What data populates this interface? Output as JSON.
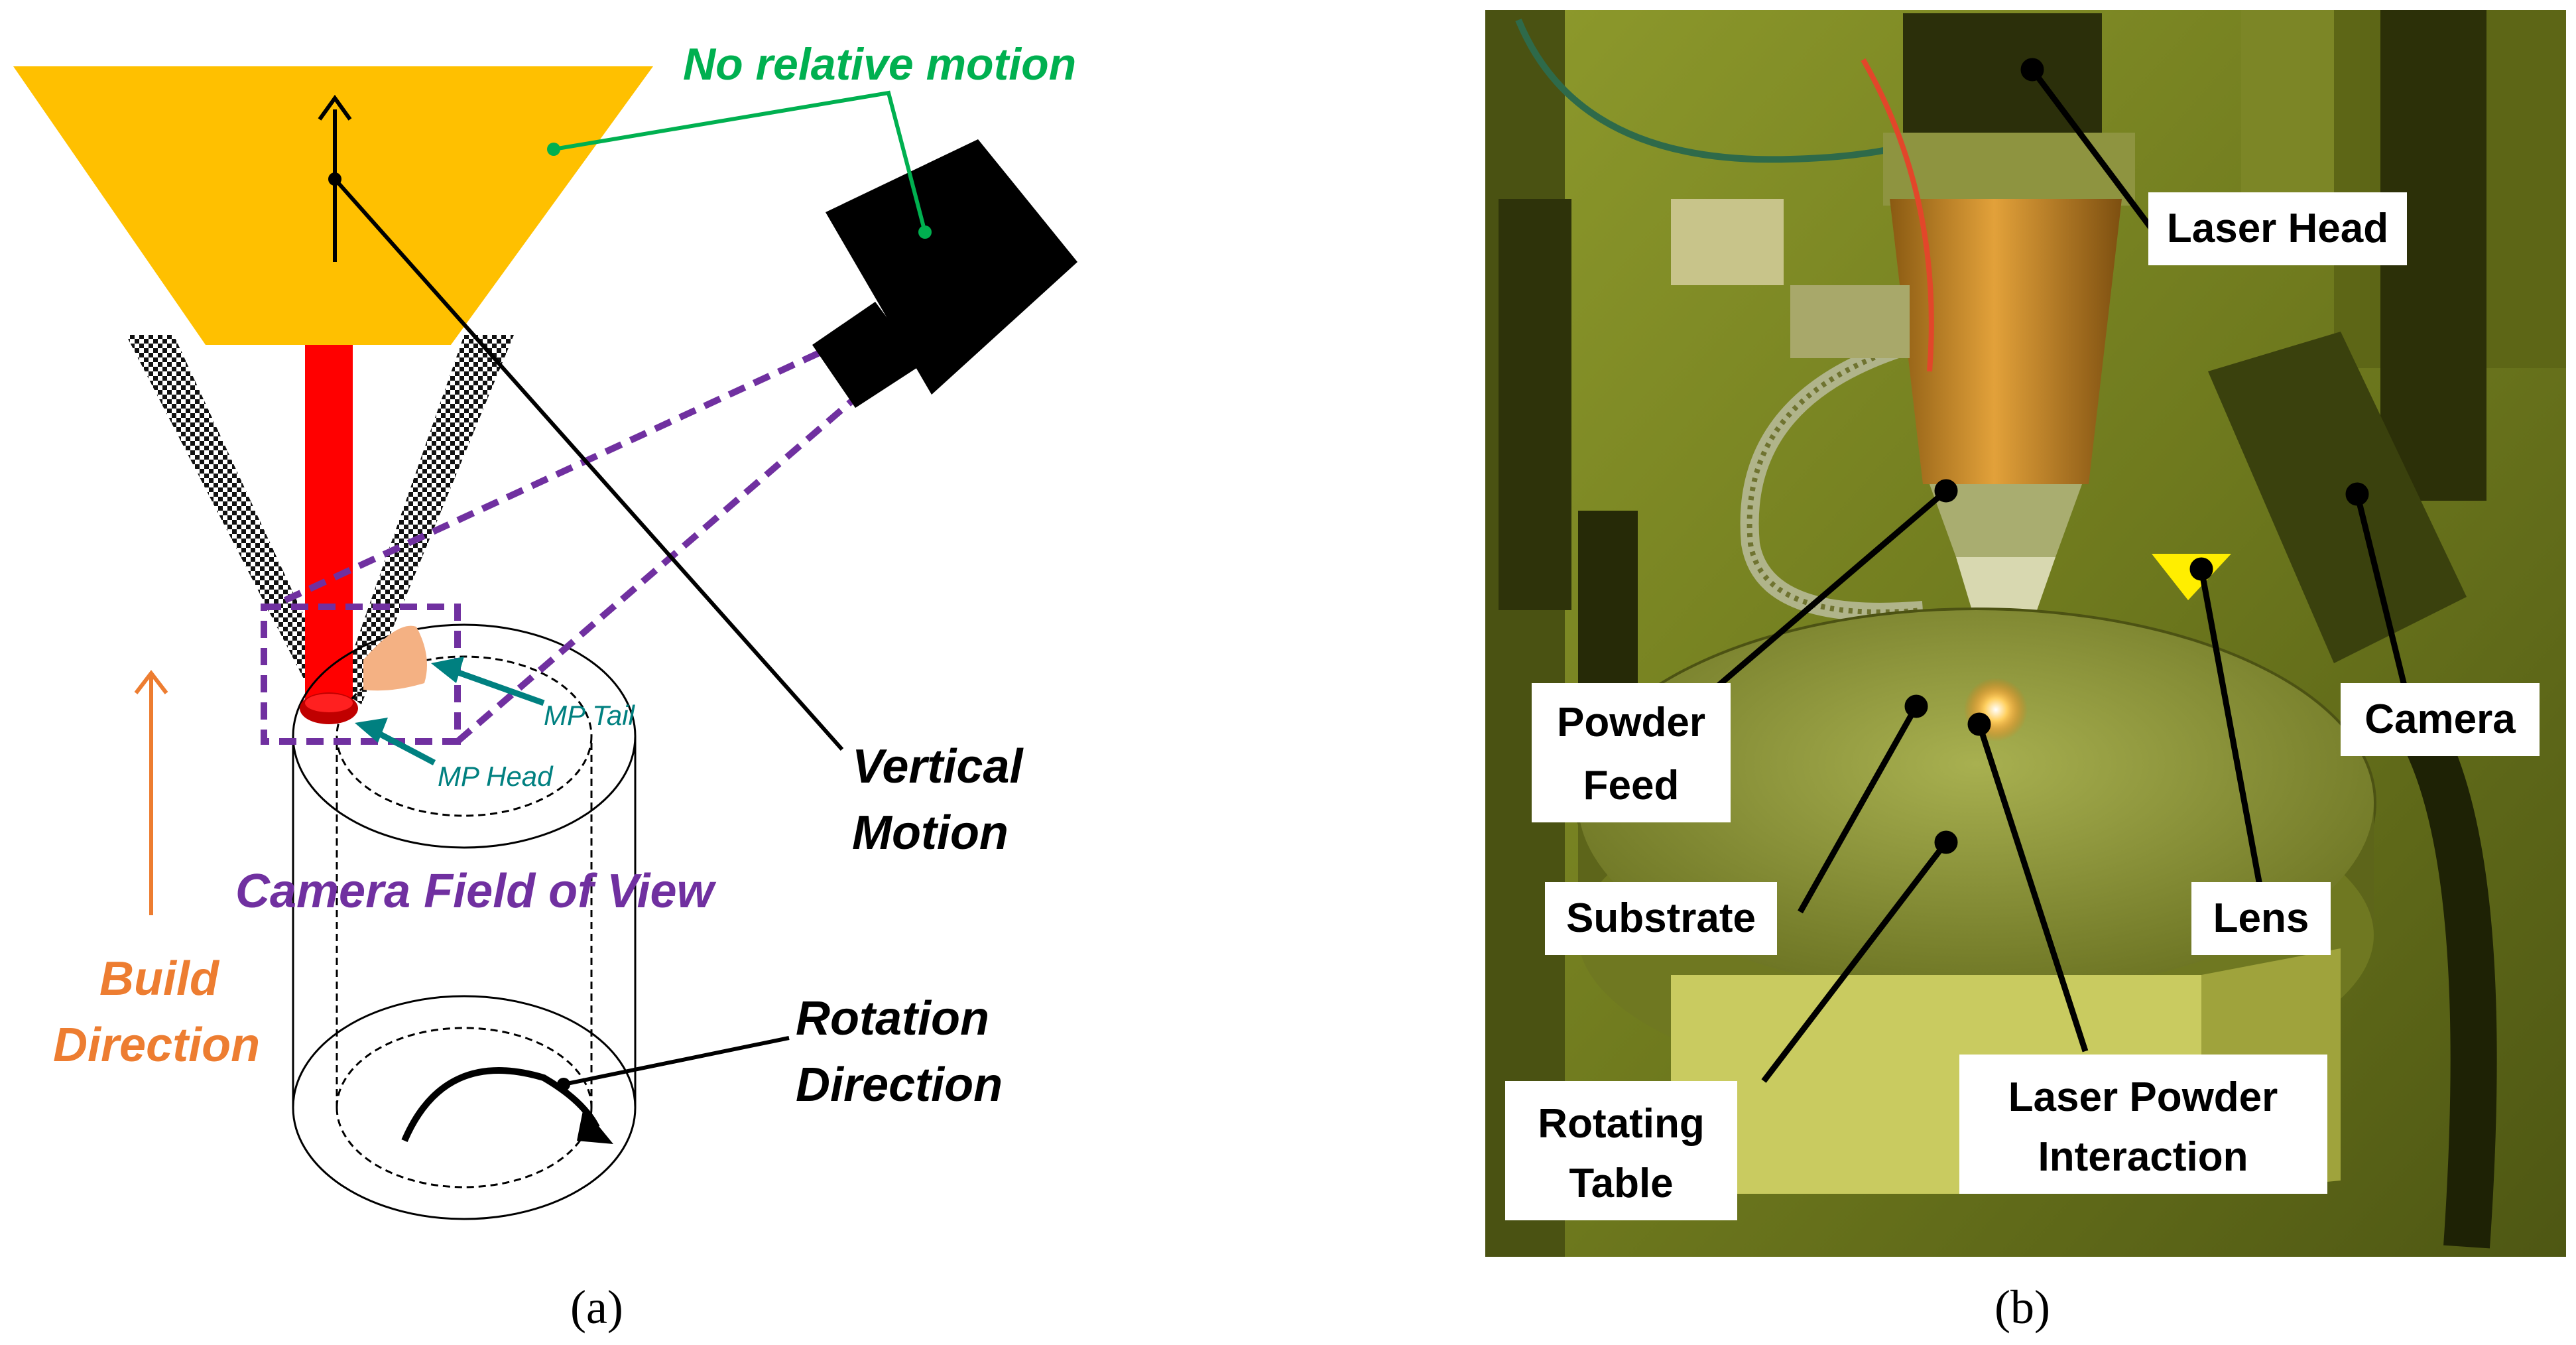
{
  "panel_a": {
    "labels": {
      "no_relative_motion": "No relative motion",
      "vertical_motion_1": "Vertical",
      "vertical_motion_2": "Motion",
      "camera_fov": "Camera Field of View",
      "build_direction_1": "Build",
      "build_direction_2": "Direction",
      "rotation_direction_1": "Rotation",
      "rotation_direction_2": "Direction",
      "mp_tail": "MP Tail",
      "mp_head": "MP Head"
    },
    "caption": "(a)",
    "colors": {
      "nozzle": "#FFC000",
      "laser": "#FF0000",
      "fov": "#7030A0",
      "green": "#00B050",
      "orange": "#ED7D31",
      "teal": "#008080",
      "meltpool_tail": "#F4B183"
    }
  },
  "panel_b": {
    "labels": {
      "laser_head": "Laser Head",
      "powder_feed_1": "Powder",
      "powder_feed_2": "Feed",
      "camera": "Camera",
      "substrate": "Substrate",
      "lens": "Lens",
      "rotating_table_1": "Rotating",
      "rotating_table_2": "Table",
      "laser_powder_1": "Laser Powder",
      "laser_powder_2": "Interaction"
    },
    "caption": "(b)"
  }
}
